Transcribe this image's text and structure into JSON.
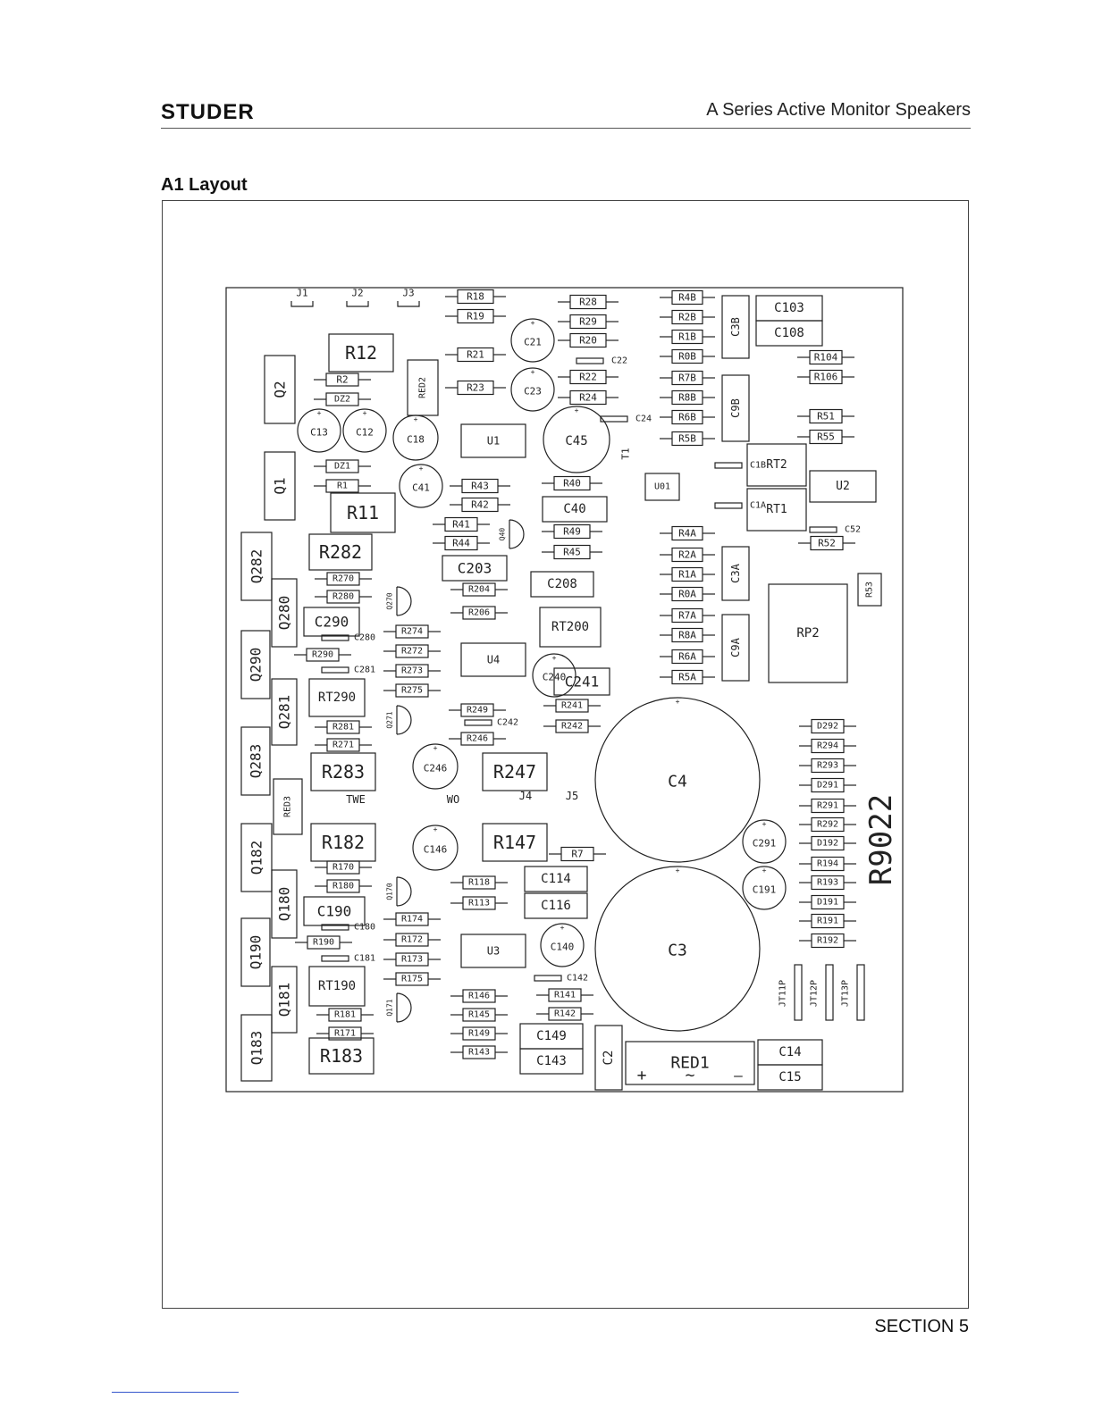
{
  "header": {
    "brand": "STUDER",
    "title": "A Series Active Monitor Speakers"
  },
  "section_heading": "A1 Layout",
  "footer": "SECTION 5",
  "board": {
    "labels": {
      "board_id": "R9022",
      "tweeter": "TWE",
      "woofer": "WO",
      "j4": "J4",
      "j5": "J5",
      "plus": "+",
      "minus": "—",
      "ac": "~"
    },
    "components": [
      "J1",
      "J2",
      "J3",
      "R18",
      "R19",
      "R21",
      "R23",
      "R28",
      "R29",
      "R20",
      "R22",
      "R24",
      "C21",
      "C23",
      "C22",
      "C24",
      "R4B",
      "R2B",
      "R1B",
      "R0B",
      "R7B",
      "R8B",
      "R6B",
      "R5B",
      "C3B",
      "C9B",
      "C103",
      "C108",
      "R104",
      "R106",
      "R51",
      "R55",
      "Q2",
      "R12",
      "R2",
      "DZ2",
      "RED2",
      "C13",
      "C12",
      "C18",
      "U1",
      "C45",
      "T1",
      "Q1",
      "DZ1",
      "R1",
      "R11",
      "C41",
      "R43",
      "R42",
      "R40",
      "C40",
      "U01",
      "C1B",
      "C1A",
      "RT2",
      "RT1",
      "U2",
      "C52",
      "R52",
      "R53",
      "R41",
      "R44",
      "Q40",
      "R49",
      "R45",
      "Q282",
      "R282",
      "R270",
      "R280",
      "Q270",
      "Q280",
      "C290",
      "C280",
      "R290",
      "Q290",
      "C281",
      "RT290",
      "R274",
      "R272",
      "R273",
      "R275",
      "C203",
      "R204",
      "R206",
      "C208",
      "RT200",
      "U4",
      "C240",
      "C241",
      "R4A",
      "R2A",
      "R1A",
      "R0A",
      "R7A",
      "R8A",
      "R6A",
      "R5A",
      "C3A",
      "C9A",
      "RP2",
      "R281",
      "R271",
      "Q281",
      "Q271",
      "Q283",
      "R249",
      "C242",
      "R246",
      "R241",
      "R242",
      "C4",
      "D292",
      "R294",
      "R293",
      "D291",
      "R291",
      "R292",
      "R283",
      "C246",
      "R247",
      "RED3",
      "Q182",
      "R182",
      "C146",
      "R147",
      "R7",
      "C291",
      "D192",
      "R194",
      "R193",
      "D191",
      "R191",
      "R192",
      "R170",
      "R180",
      "Q170",
      "Q180",
      "C190",
      "C180",
      "R190",
      "Q190",
      "R118",
      "R113",
      "C114",
      "C116",
      "C191",
      "C3",
      "R174",
      "R172",
      "R173",
      "R175",
      "C181",
      "RT190",
      "U3",
      "C140",
      "C142",
      "Q181",
      "Q171",
      "R181",
      "R171",
      "R146",
      "R145",
      "R149",
      "R143",
      "R141",
      "R142",
      "C149",
      "C143",
      "C2",
      "RED1",
      "C14",
      "C15",
      "JT11P",
      "JT12P",
      "JT13P",
      "Q183",
      "R183"
    ]
  }
}
